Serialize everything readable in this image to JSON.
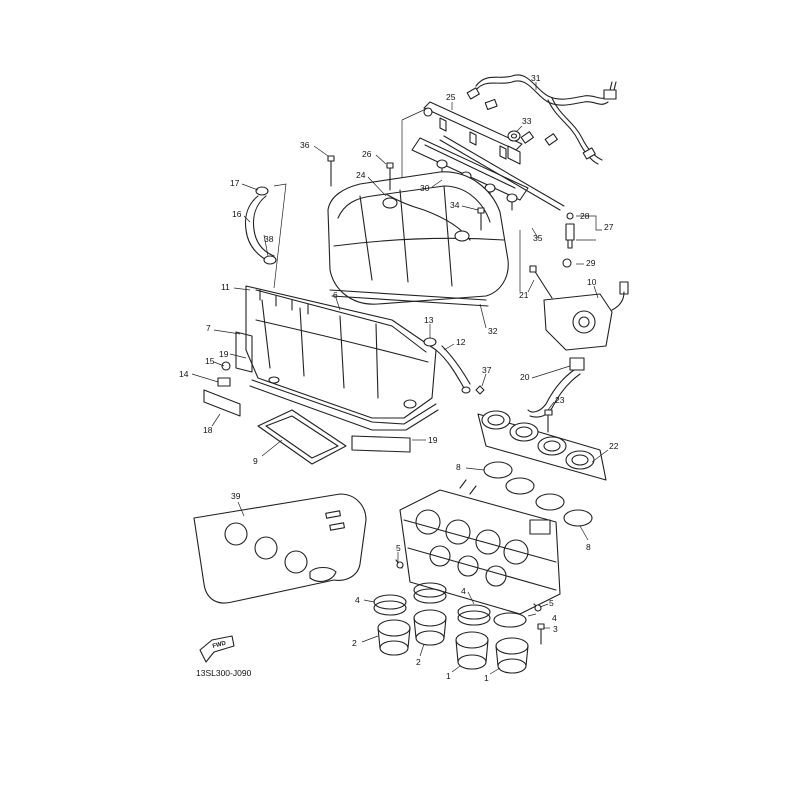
{
  "diagram": {
    "drawing_code": "13SL300-J090",
    "fwd_label": "FWD",
    "callouts": [
      {
        "id": "c31",
        "text": "31"
      },
      {
        "id": "c25",
        "text": "25"
      },
      {
        "id": "c33",
        "text": "33"
      },
      {
        "id": "c36",
        "text": "36"
      },
      {
        "id": "c26",
        "text": "26"
      },
      {
        "id": "c24",
        "text": "24"
      },
      {
        "id": "c30",
        "text": "30"
      },
      {
        "id": "c34",
        "text": "34"
      },
      {
        "id": "c17",
        "text": "17"
      },
      {
        "id": "c16",
        "text": "16"
      },
      {
        "id": "c38",
        "text": "38"
      },
      {
        "id": "c28",
        "text": "28"
      },
      {
        "id": "c27",
        "text": "27"
      },
      {
        "id": "c35",
        "text": "35"
      },
      {
        "id": "c29",
        "text": "29"
      },
      {
        "id": "c10",
        "text": "10"
      },
      {
        "id": "c11",
        "text": "11"
      },
      {
        "id": "c6",
        "text": "6"
      },
      {
        "id": "c21",
        "text": "21"
      },
      {
        "id": "c32",
        "text": "32"
      },
      {
        "id": "c7",
        "text": "7"
      },
      {
        "id": "c13",
        "text": "13"
      },
      {
        "id": "c12",
        "text": "12"
      },
      {
        "id": "c19a",
        "text": "19"
      },
      {
        "id": "c15",
        "text": "15"
      },
      {
        "id": "c37",
        "text": "37"
      },
      {
        "id": "c14",
        "text": "14"
      },
      {
        "id": "c20",
        "text": "20"
      },
      {
        "id": "c23",
        "text": "23"
      },
      {
        "id": "c18",
        "text": "18"
      },
      {
        "id": "c19b",
        "text": "19"
      },
      {
        "id": "c9",
        "text": "9"
      },
      {
        "id": "c22",
        "text": "22"
      },
      {
        "id": "c8a",
        "text": "8"
      },
      {
        "id": "c8b",
        "text": "8"
      },
      {
        "id": "c39",
        "text": "39"
      },
      {
        "id": "c5a",
        "text": "5"
      },
      {
        "id": "c4a",
        "text": "4"
      },
      {
        "id": "c4b",
        "text": "4"
      },
      {
        "id": "c5b",
        "text": "5"
      },
      {
        "id": "c4c",
        "text": "4"
      },
      {
        "id": "c3",
        "text": "3"
      },
      {
        "id": "c2a",
        "text": "2"
      },
      {
        "id": "c2b",
        "text": "2"
      },
      {
        "id": "c1a",
        "text": "1"
      },
      {
        "id": "c1b",
        "text": "1"
      }
    ]
  }
}
